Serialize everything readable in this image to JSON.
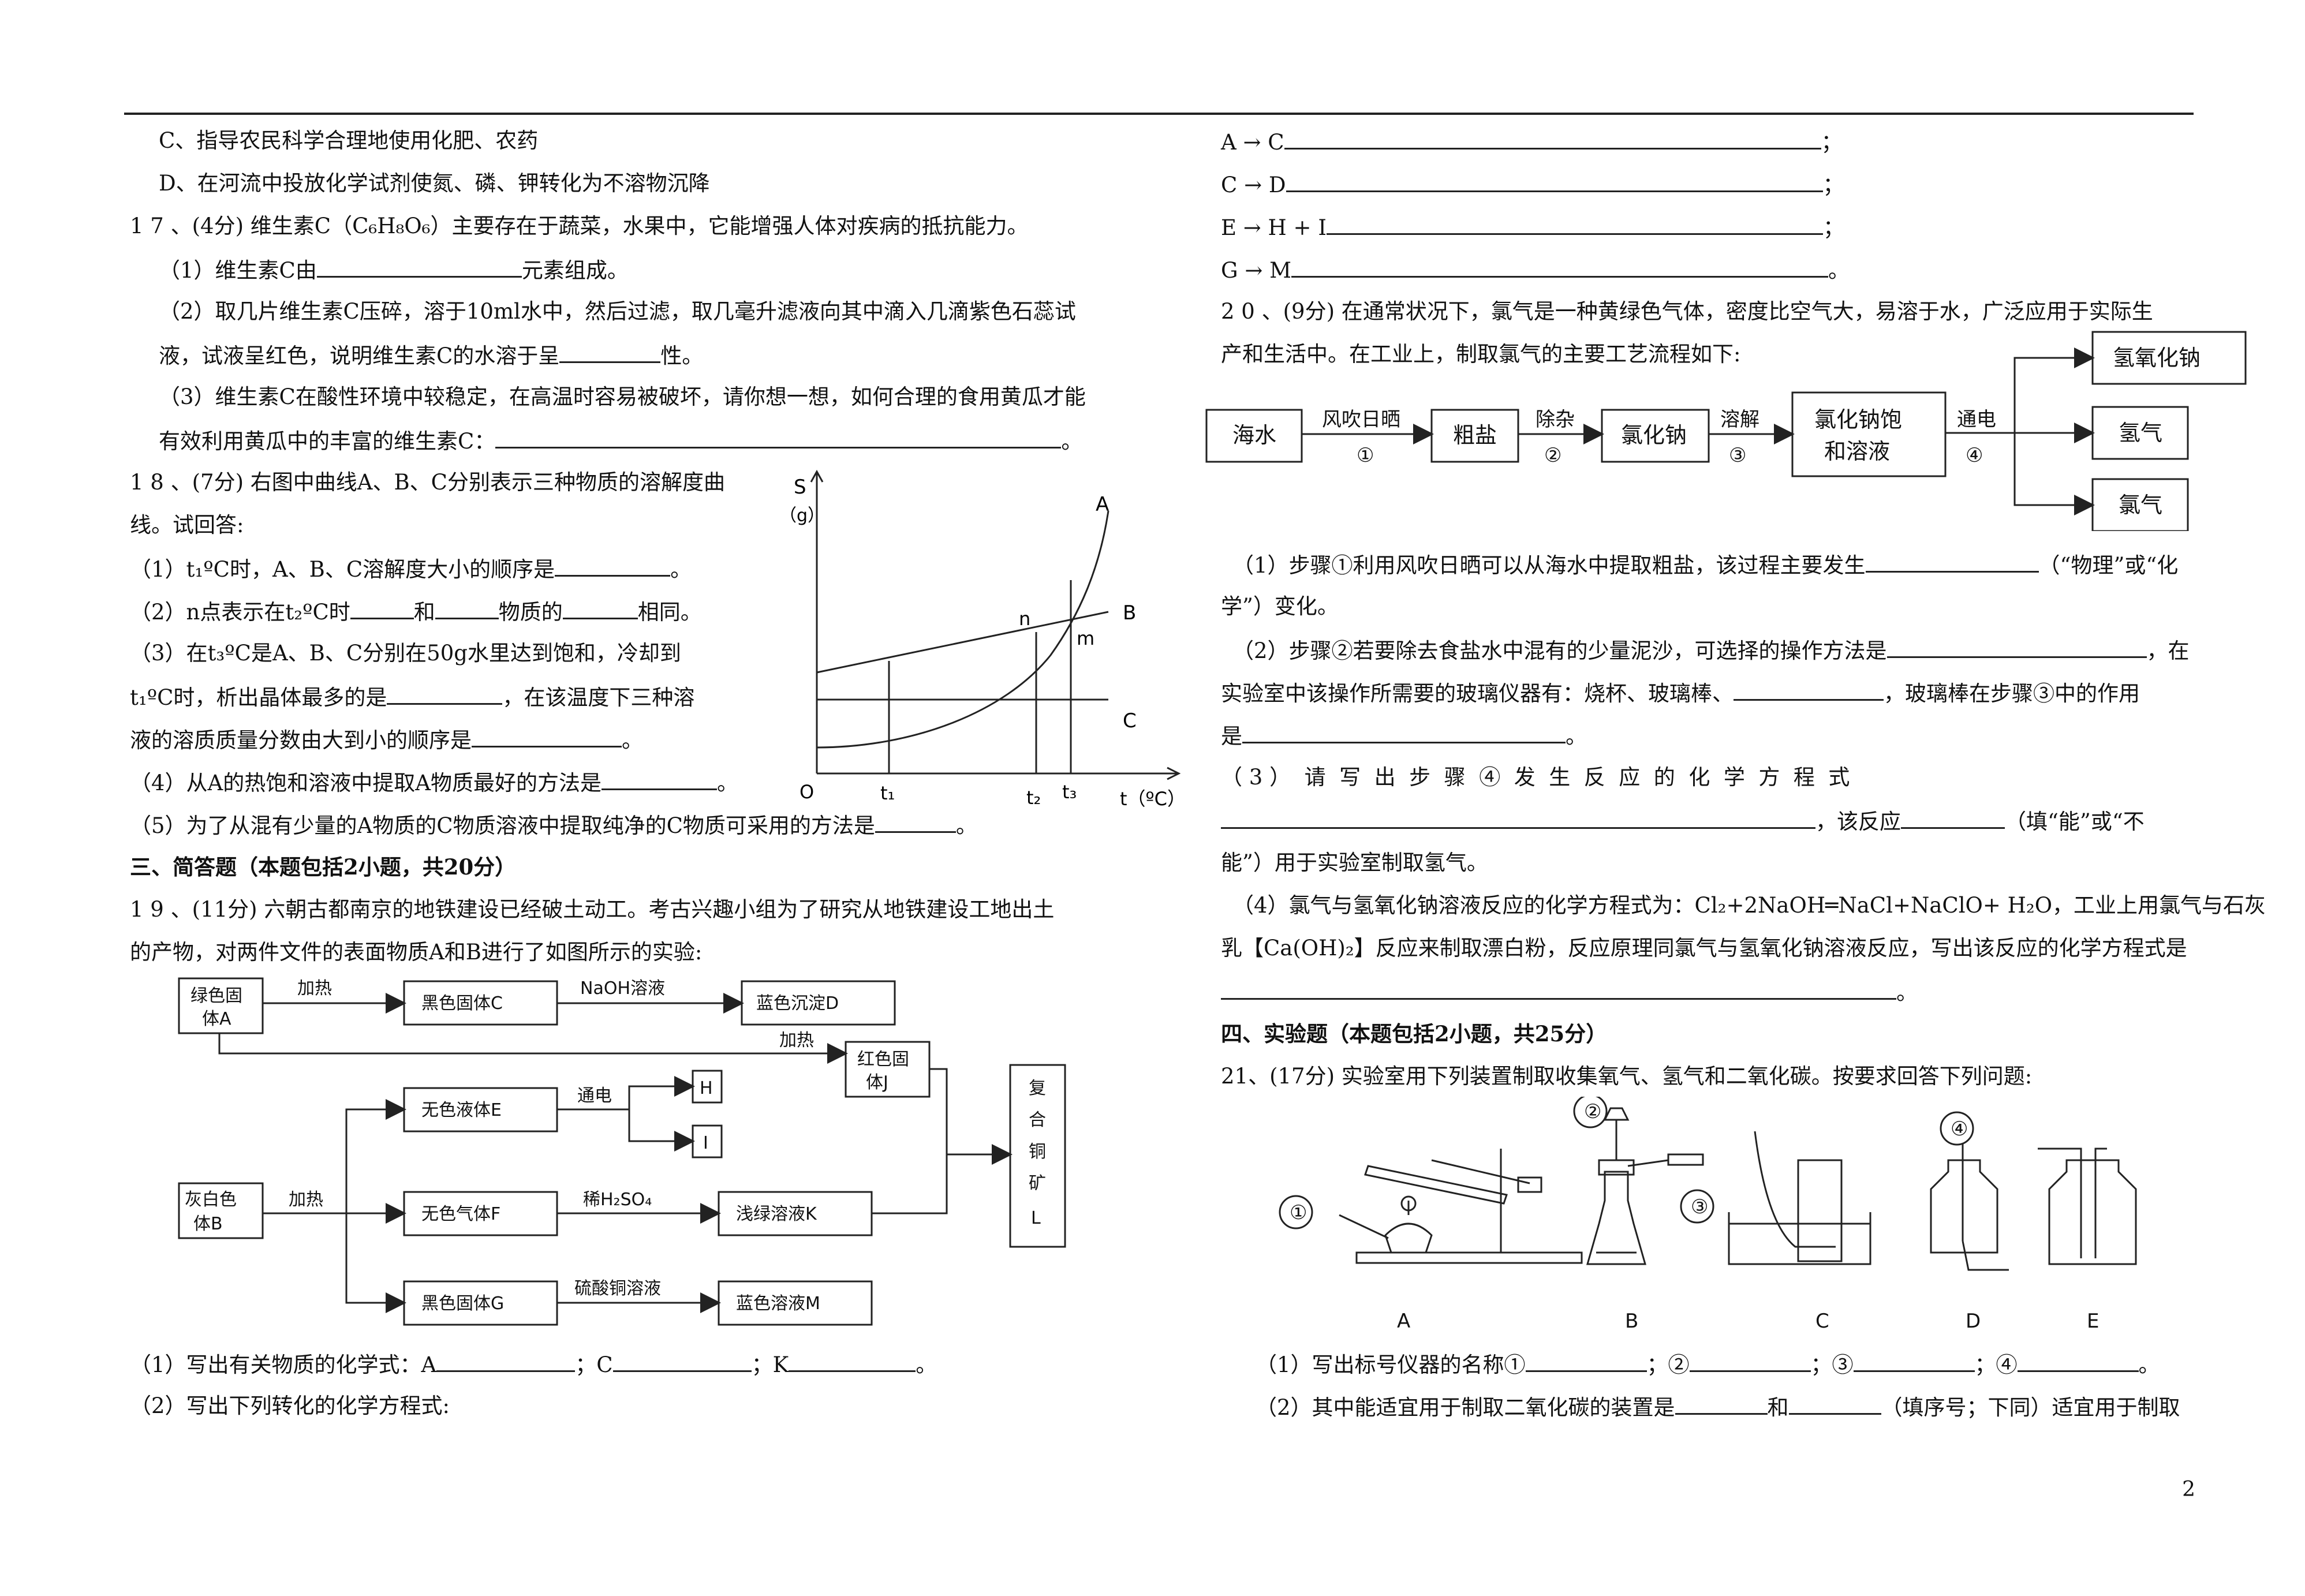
{
  "left": {
    "c_option": "C、指导农民科学合理地使用化肥、农药",
    "d_option": "D、在河流中投放化学试剂使氮、磷、钾转化为不溶物沉降",
    "q17": {
      "head": "1 7 、(4分) 维生素C（C₆H₈O₆）主要存在于蔬菜，水果中，它能增强人体对疾病的抵抗能力。",
      "p1a": "（1）维生素C由",
      "p1b": "元素组成。",
      "p2a": "（2）取几片维生素C压碎，溶于10ml水中，然后过滤，取几毫升滤液向其中滴入几滴紫色石蕊试",
      "p2b": "液，试液呈红色，说明维生素C的水溶于呈",
      "p2c": "性。",
      "p3a": "（3）维生素C在酸性环境中较稳定，在高温时容易被破坏，请你想一想，如何合理的食用黄瓜才能",
      "p3b": "有效利用黄瓜中的丰富的维生素C：",
      "p3c": "。"
    },
    "q18": {
      "head1": "1 8 、(7分) 右图中曲线A、B、C分别表示三种物质的溶解度曲",
      "head2": "线。试回答:",
      "p1a": "（1）t₁ºC时，A、B、C溶解度大小的顺序是",
      "p1b": "。",
      "p2a": "（2）n点表示在t₂ºC时",
      "p2b": "和",
      "p2c": "物质的",
      "p2d": "相同。",
      "p3a": "（3）在t₃ºC是A、B、C分别在50g水里达到饱和，冷却到",
      "p3b": "t₁ºC时，析出晶体最多的是",
      "p3c": "，在该温度下三种溶",
      "p3d": "液的溶质质量分数由大到小的顺序是",
      "p3e": "。",
      "p4a": "（4）从A的热饱和溶液中提取A物质最好的方法是",
      "p4b": "。",
      "p5a": "（5）为了从混有少量的A物质的C物质溶液中提取纯净的C物质可采用的方法是",
      "p5b": "。"
    },
    "section3": "三、简答题（本题包括2小题，共20分）",
    "q19": {
      "head1": "1 9 、(11分) 六朝古都南京的地铁建设已经破土动工。考古兴趣小组为了研究从地铁建设工地出土",
      "head2": "的产物，对两件文件的表面物质A和B进行了如图所示的实验:",
      "p1a": "（1）写出有关物质的化学式：A",
      "p1b": "；C",
      "p1c": "；K",
      "p1d": "。",
      "p2": "（2）写出下列转化的化学方程式:"
    },
    "graph": {
      "s_label": "S",
      "g_label": "（g）",
      "curve_a": "A",
      "curve_b": "B",
      "curve_c": "C",
      "point_n": "n",
      "point_m": "m",
      "origin": "O",
      "t1": "t₁",
      "t2": "t₂",
      "t3": "t₃",
      "t_axis": "t（ºC）"
    },
    "flow": {
      "box_a": [
        "绿色固",
        "体A"
      ],
      "box_c": "黑色固体C",
      "box_d": "蓝色沉淀D",
      "box_j": [
        "红色固",
        "体J"
      ],
      "box_h": "H",
      "box_i": "I",
      "box_e": "无色液体E",
      "box_b": [
        "灰白色",
        "体B"
      ],
      "box_f": "无色气体F",
      "box_k": "浅绿溶液K",
      "box_g": "黑色固体G",
      "box_m": "蓝色溶液M",
      "box_l": [
        "复",
        "合",
        "铜",
        "矿",
        "L"
      ],
      "arr_heat1": "加热",
      "arr_naoh": "NaOH溶液",
      "arr_heat2": "加热",
      "arr_elec": "通电",
      "arr_heat3": "加热",
      "arr_h2so4": "稀H₂SO₄",
      "arr_cuso4": "硫酸铜溶液"
    }
  },
  "right": {
    "eq1": "A → C",
    "eq2": "C → D",
    "eq3": "E → H + I",
    "eq4": "G → M",
    "semi": "；",
    "period": "。",
    "q20": {
      "head1": "2 0 、(9分) 在通常状况下，氯气是一种黄绿色气体，密度比空气大，易溶于水，广泛应用于实际生",
      "head2": "产和生活中。在工业上，制取氯气的主要工艺流程如下:",
      "p1a": "（1）步骤①利用风吹日晒可以从海水中提取粗盐，该过程主要发生",
      "p1b": "（“物理”或“化",
      "p1c": "学”）变化。",
      "p2a": "（2）步骤②若要除去食盐水中混有的少量泥沙，可选择的操作方法是",
      "p2b": "，在",
      "p2c": "实验室中该操作所需要的玻璃仪器有：烧杯、玻璃棒、",
      "p2d": "，玻璃棒在步骤③中的作用",
      "p2e": "是",
      "p2f": "。",
      "p3a": "（ 3 ）  请  写  出  步  骤  ④  发  生  反  应  的  化  学  方  程  式",
      "p3b": "，该反应",
      "p3c": "（填“能”或“不",
      "p3d": "能”）用于实验室制取氢气。",
      "p4a": "（4）氯气与氢氧化钠溶液反应的化学方程式为：Cl₂+2NaOH═NaCl+NaClO+ H₂O，工业上用氯气与石灰",
      "p4b": "乳【Ca(OH)₂】反应来制取漂白粉，反应原理同氯气与氢氧化钠溶液反应，写出该反应的化学方程式是",
      "p4c": "。"
    },
    "flow20": {
      "seawater": "海水",
      "crude_salt": "粗盐",
      "nacl": "氯化钠",
      "saturated": [
        "氯化钠饱",
        "和溶液"
      ],
      "naoh": "氢氧化钠",
      "h2": "氢气",
      "cl2": "氯气",
      "step1": "风吹日晒",
      "step1_num": "①",
      "step2": "除杂",
      "step2_num": "②",
      "step3": "溶解",
      "step3_num": "③",
      "step4": "通电",
      "step4_num": "④"
    },
    "section4": "四、实验题（本题包括2小题，共25分）",
    "q21": {
      "head": "21、(17分) 实验室用下列装置制取收集氧气、氢气和二氧化碳。按要求回答下列问题:",
      "p1a": "（1）写出标号仪器的名称①",
      "p1b": "；②",
      "p1c": "；③",
      "p1d": "；④",
      "p1e": "。",
      "p2a": "（2）其中能适宜用于制取二氧化碳的装置是",
      "p2b": "和",
      "p2c": "（填序号；下同）适宜用于制取"
    },
    "apparatus": {
      "n1": "①",
      "n2": "②",
      "n3": "③",
      "n4": "④",
      "la": "A",
      "lb": "B",
      "lc": "C",
      "ld": "D",
      "le": "E"
    }
  },
  "page_number": "2"
}
